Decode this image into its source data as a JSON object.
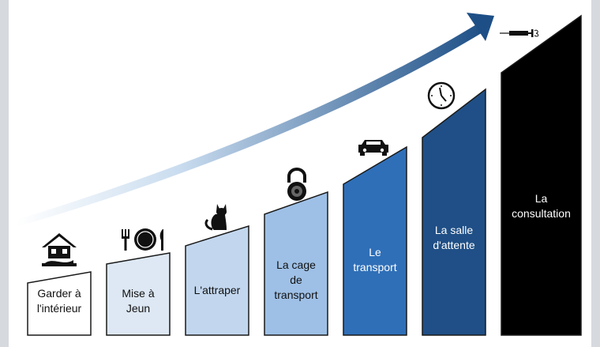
{
  "steps": [
    {
      "label": "Garder à\nl'intérieur",
      "fill": "#ffffff",
      "text_color": "#111111",
      "icon": "house-icon"
    },
    {
      "label": "Mise à\nJeun",
      "fill": "#dde8f4",
      "text_color": "#111111",
      "icon": "plate-fork-knife-icon"
    },
    {
      "label": "L'attraper",
      "fill": "#c2d7ee",
      "text_color": "#111111",
      "icon": "cat-icon"
    },
    {
      "label": "La cage\nde\ntransport",
      "fill": "#9ec0e6",
      "text_color": "#111111",
      "icon": "padlock-icon"
    },
    {
      "label": "Le\ntransport",
      "fill": "#2f6fb8",
      "text_color": "#ffffff",
      "icon": "car-icon"
    },
    {
      "label": "La salle\nd'attente",
      "fill": "#1f4f86",
      "text_color": "#ffffff",
      "icon": "clock-icon"
    },
    {
      "label": "La\nconsultation",
      "fill": "#000000",
      "text_color": "#ffffff",
      "icon": "syringe-icon"
    }
  ],
  "arrow_colors": {
    "start": "#ffffff",
    "end": "#1d4f86"
  }
}
